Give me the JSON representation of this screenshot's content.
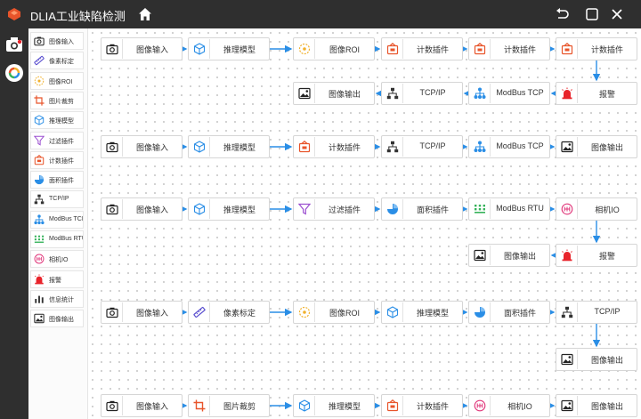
{
  "app": {
    "title": "DLIA工业缺陷检测",
    "accent": "#2a8ee6",
    "titlebar_color": "#2f2f2f"
  },
  "titlebar_buttons": [
    {
      "name": "back-icon"
    },
    {
      "name": "maximize-icon"
    },
    {
      "name": "close-icon"
    }
  ],
  "leftbar_items": [
    {
      "name": "camera-module-icon"
    },
    {
      "name": "loop-module-icon"
    }
  ],
  "palette": [
    {
      "label": "图像输入",
      "icon": "camera"
    },
    {
      "label": "像素标定",
      "icon": "ruler"
    },
    {
      "label": "图像ROI",
      "icon": "roi"
    },
    {
      "label": "图片裁剪",
      "icon": "crop"
    },
    {
      "label": "推理模型",
      "icon": "cube"
    },
    {
      "label": "过滤插件",
      "icon": "filter"
    },
    {
      "label": "计数插件",
      "icon": "counter"
    },
    {
      "label": "面积插件",
      "icon": "pie"
    },
    {
      "label": "TCP/IP",
      "icon": "network"
    },
    {
      "label": "ModBus TCP",
      "icon": "modbus"
    },
    {
      "label": "ModBus RTU",
      "icon": "modbusrtu"
    },
    {
      "label": "相机IO",
      "icon": "cameraio"
    },
    {
      "label": "报警",
      "icon": "alarm"
    },
    {
      "label": "信息统计",
      "icon": "stats"
    },
    {
      "label": "图像输出",
      "icon": "image"
    }
  ],
  "flows": [
    [
      {
        "label": "图像输入",
        "icon": "camera"
      },
      {
        "label": "推理模型",
        "icon": "cube"
      },
      {
        "label": "图像ROI",
        "icon": "roi"
      },
      {
        "label": "计数插件",
        "icon": "counter"
      },
      {
        "label": "计数插件",
        "icon": "counter"
      },
      {
        "label": "计数插件",
        "icon": "counter"
      }
    ],
    [
      {
        "label": "图像输出",
        "icon": "image"
      },
      {
        "label": "TCP/IP",
        "icon": "network"
      },
      {
        "label": "ModBus TCP",
        "icon": "modbus"
      },
      {
        "label": "报警",
        "icon": "alarm"
      }
    ],
    [
      {
        "label": "图像输入",
        "icon": "camera"
      },
      {
        "label": "推理模型",
        "icon": "cube"
      },
      {
        "label": "计数插件",
        "icon": "counter"
      },
      {
        "label": "TCP/IP",
        "icon": "network"
      },
      {
        "label": "ModBus TCP",
        "icon": "modbus"
      },
      {
        "label": "图像输出",
        "icon": "image"
      }
    ],
    [
      {
        "label": "图像输入",
        "icon": "camera"
      },
      {
        "label": "推理模型",
        "icon": "cube"
      },
      {
        "label": "过滤插件",
        "icon": "filter"
      },
      {
        "label": "面积插件",
        "icon": "pie"
      },
      {
        "label": "ModBus RTU",
        "icon": "modbusrtu"
      },
      {
        "label": "相机IO",
        "icon": "cameraio"
      }
    ],
    [
      {
        "label": "图像输出",
        "icon": "image"
      },
      {
        "label": "报警",
        "icon": "alarm"
      }
    ],
    [
      {
        "label": "图像输入",
        "icon": "camera"
      },
      {
        "label": "像素标定",
        "icon": "ruler"
      },
      {
        "label": "图像ROI",
        "icon": "roi"
      },
      {
        "label": "推理模型",
        "icon": "cube"
      },
      {
        "label": "面积插件",
        "icon": "pie"
      },
      {
        "label": "TCP/IP",
        "icon": "network"
      }
    ],
    [
      {
        "label": "图像输出",
        "icon": "image"
      }
    ],
    [
      {
        "label": "图像输入",
        "icon": "camera"
      },
      {
        "label": "图片裁剪",
        "icon": "crop"
      },
      {
        "label": "推理模型",
        "icon": "cube"
      },
      {
        "label": "计数插件",
        "icon": "counter"
      },
      {
        "label": "相机IO",
        "icon": "cameraio"
      },
      {
        "label": "图像输出",
        "icon": "image"
      }
    ]
  ]
}
